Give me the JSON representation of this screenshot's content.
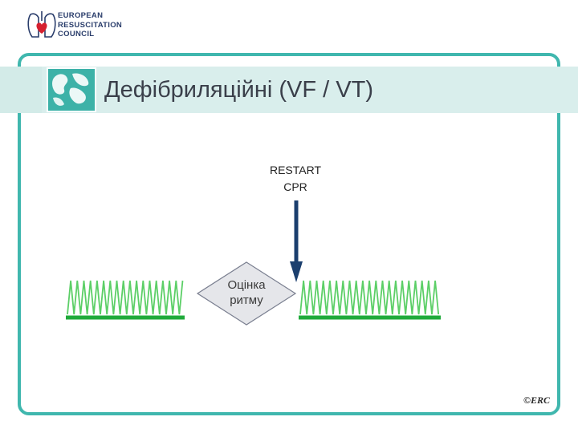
{
  "logo": {
    "lines": [
      "EUROPEAN",
      "RESUSCITATION",
      "COUNCIL"
    ],
    "icon": "heart-lungs-icon"
  },
  "slide": {
    "title": "Дефібриляційні  (VF / VT)",
    "title_icon": "globe-map-icon"
  },
  "diagram": {
    "restart_label_line1": "RESTART",
    "restart_label_line2": "CPR",
    "assess_label_line1": "Оцінка",
    "assess_label_line2": "ритму",
    "colors": {
      "frame": "#40b7ae",
      "ecg_wave": "#5ccf67",
      "baseline": "#1faa3a",
      "arrow": "#1b3f6e",
      "diamond_fill": "#e5e6ea",
      "diamond_stroke": "#7a7f90"
    }
  },
  "footer": {
    "copyright": "©ERC"
  }
}
